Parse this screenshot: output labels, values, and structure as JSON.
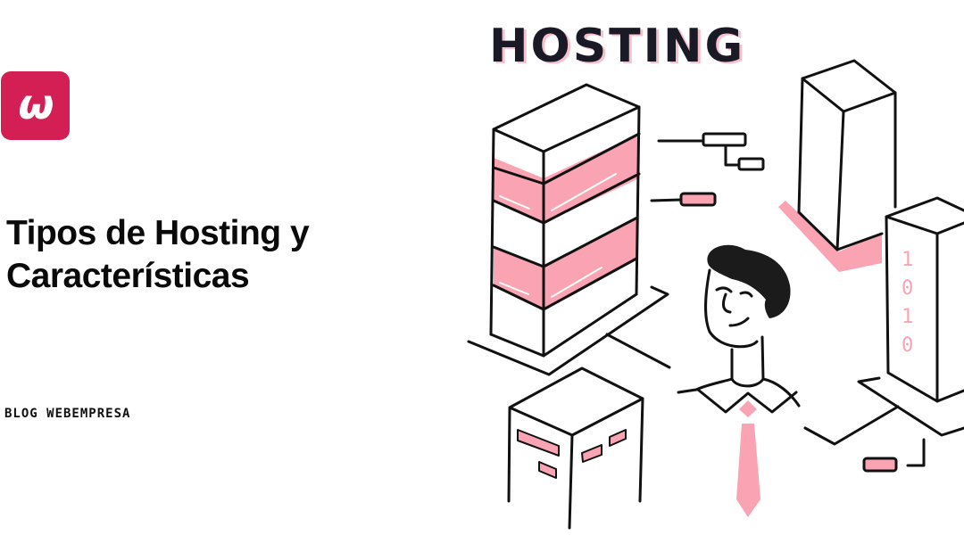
{
  "brand": {
    "logo_glyph": "ѡ",
    "logo_color": "#d41f55",
    "accent_pink": "#f9a3b3"
  },
  "headline": {
    "line1_before": "Tipos de ",
    "line1_highlight": "Hosting",
    "line1_after": " y",
    "line2": "Características"
  },
  "category": "BLOG WEBEMPRESA",
  "illustration": {
    "heading": "HOSTING",
    "binary_digits": [
      "1",
      "0",
      "1",
      "0"
    ]
  }
}
